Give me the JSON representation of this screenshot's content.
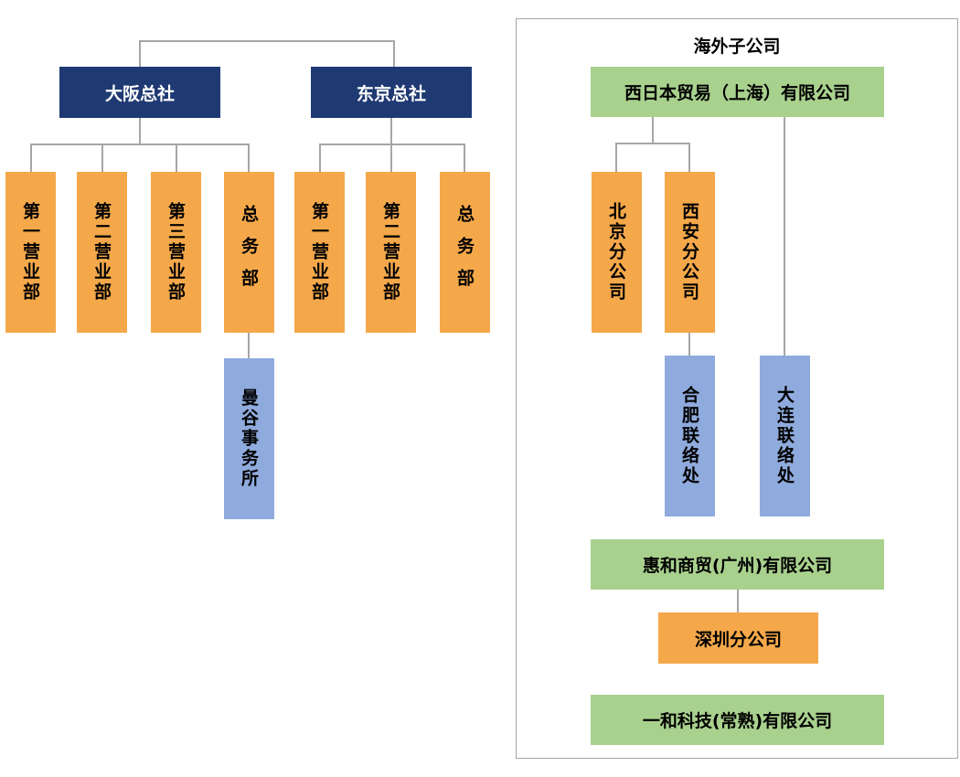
{
  "left": {
    "hq": [
      "大阪总社",
      "东京总社"
    ],
    "osaka_depts": [
      "第一营业部",
      "第二营业部",
      "第三营业部",
      "总务部"
    ],
    "osaka_sub": "曼谷事务所",
    "tokyo_depts": [
      "第一营业部",
      "第二营业部",
      "总务部"
    ]
  },
  "overseas": {
    "title": "海外子公司",
    "shanghai": "西日本贸易（上海）有限公司",
    "branches": [
      "北京分公司",
      "西安分公司"
    ],
    "hefei": "合肥联络处",
    "dalian": "大连联络处",
    "guangzhou": "惠和商贸(广州)有限公司",
    "shenzhen": "深圳分公司",
    "changshu": "一和科技(常熟)有限公司"
  },
  "colors": {
    "hq": "#1f3a73",
    "department": "#f4a84a",
    "office": "#8faadc",
    "company": "#a9d18e",
    "connector": "#a6a6a6"
  }
}
